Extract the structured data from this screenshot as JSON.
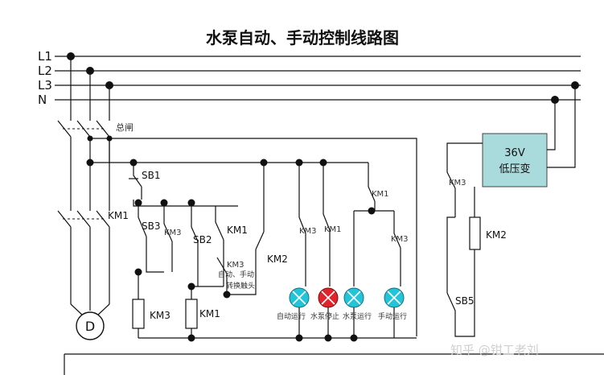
{
  "title": "水泵自动、手动控制线路图",
  "buses": [
    "L1",
    "L2",
    "L3",
    "N"
  ],
  "labels": {
    "main_switch": "总闸",
    "sb1": "SB1",
    "sb2": "SB2",
    "sb3": "SB3",
    "sb5": "SB5",
    "km1_main": "KM1",
    "km1_contact": "KM1",
    "km1_coil": "KM1",
    "km1_small_a": "KM1",
    "km1_small_b": "KM1",
    "km2_contact": "KM2",
    "km2_coil": "KM2",
    "km3_a": "KM3",
    "km3_b": "KM3",
    "km3_c": "KM3",
    "km3_coil": "KM3",
    "km3_d": "KM3",
    "km3_right": "KM3",
    "selector_1": "自动、手动",
    "selector_2": "转换触头",
    "motor": "D",
    "transformer_1": "36V",
    "transformer_2": "低压变"
  },
  "lamps": [
    {
      "label": "自动运行",
      "color": "#22c4d8"
    },
    {
      "label": "水泵停止",
      "color": "#e0242b"
    },
    {
      "label": "水泵运行",
      "color": "#22c4d8"
    },
    {
      "label": "手动运行",
      "color": "#22c4d8"
    }
  ],
  "watermark": "知乎 @钳工老刘",
  "colors": {
    "transformer_fill": "#a9dbdc",
    "lamp_cyan": "#22c4d8",
    "lamp_red": "#e0242b"
  }
}
